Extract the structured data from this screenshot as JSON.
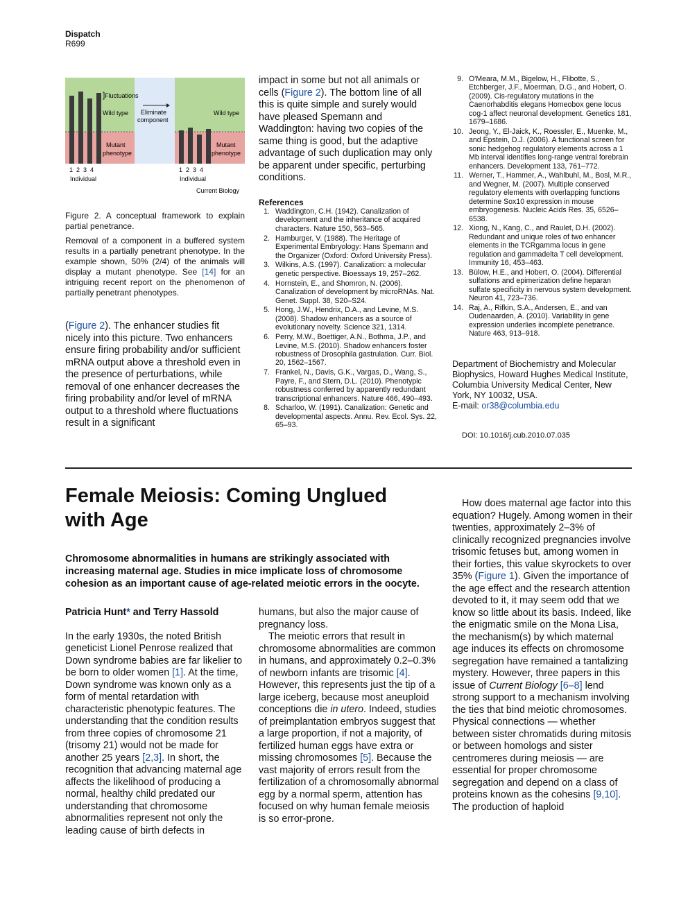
{
  "header": {
    "section": "Dispatch",
    "page": "R699"
  },
  "figure": {
    "labels": {
      "fluctuations": "Fluctuations",
      "wild_type_left": "Wild type",
      "wild_type_right": "Wild type",
      "eliminate": "Eliminate",
      "component": "component",
      "mutant_left": "Mutant",
      "phenotype_left": "phenotype",
      "mutant_right": "Mutant",
      "phenotype_right": "phenotype",
      "ticks_left": "1  2  3  4",
      "ticks_right": "1  2  3  4",
      "individual_left": "Individual",
      "individual_right": "Individual",
      "credit": "Current Biology"
    },
    "colors": {
      "wild_type_bg": "#b5d89a",
      "mutant_bg": "#e8a4a0",
      "middle_bg": "#dde9f6",
      "bar": "#3a3a3a"
    }
  },
  "caption": {
    "title": "Figure 2. A conceptual framework to explain partial penetrance.",
    "body_a": "Removal of a component in a buffered system results in a partially penetrant phenotype. In the example shown, 50% (2/4) of the animals will display a mutant phenotype. See ",
    "body_ref": "[14]",
    "body_b": " for an intriguing recent report on the phenomenon of partially penetrant phenotypes."
  },
  "col1_top": {
    "open": "(",
    "fig_ref": "Figure 2",
    "text": "). The enhancer studies fit nicely into this picture. Two enhancers ensure firing probability and/or sufficient mRNA output above a threshold even in the presence of perturbations, while removal of one enhancer decreases the firing probability and/or level of mRNA output to a threshold where fluctuations result in a significant"
  },
  "col2_top": {
    "text_a": "impact in some but not all animals or cells (",
    "fig_ref": "Figure 2",
    "text_b": "). The bottom line of all this is quite simple and surely would have pleased Spemann and Waddington: having two copies of the same thing is good, but the adaptive advantage of such duplication may only be apparent under specific, perturbing conditions."
  },
  "references_title": "References",
  "refs_col2": [
    {
      "n": "1.",
      "t": "Waddington, C.H. (1942). Canalization of development and the inheritance of acquired characters. Nature 150, 563–565."
    },
    {
      "n": "2.",
      "t": "Hamburger, V. (1988). The Heritage of Experimental Embryology: Hans Spemann and the Organizer (Oxford: Oxford University Press)."
    },
    {
      "n": "3.",
      "t": "Wilkins, A.S. (1997). Canalization: a molecular genetic perspective. Bioessays 19, 257–262."
    },
    {
      "n": "4.",
      "t": "Hornstein, E., and Shomron, N. (2006). Canalization of development by microRNAs. Nat. Genet. Suppl. 38, S20–S24."
    },
    {
      "n": "5.",
      "t": "Hong, J.W., Hendrix, D.A., and Levine, M.S. (2008). Shadow enhancers as a source of evolutionary novelty. Science 321, 1314."
    },
    {
      "n": "6.",
      "t": "Perry, M.W., Boettiger, A.N., Bothma, J.P., and Levine, M.S. (2010). Shadow enhancers foster robustness of Drosophila gastrulation. Curr. Biol. 20, 1562–1567."
    },
    {
      "n": "7.",
      "t": "Frankel, N., Davis, G.K., Vargas, D., Wang, S., Payre, F., and Stern, D.L. (2010). Phenotypic robustness conferred by apparently redundant transcriptional enhancers. Nature 466, 490–493."
    },
    {
      "n": "8.",
      "t": "Scharloo, W. (1991). Canalization: Genetic and developmental aspects. Annu. Rev. Ecol. Sys. 22, 65–93."
    }
  ],
  "refs_col3": [
    {
      "n": "9.",
      "t": "O'Meara, M.M., Bigelow, H., Flibotte, S., Etchberger, J.F., Moerman, D.G., and Hobert, O. (2009). Cis-regulatory mutations in the Caenorhabditis elegans Homeobox gene locus cog-1 affect neuronal development. Genetics 181, 1679–1686."
    },
    {
      "n": "10.",
      "t": "Jeong, Y., El-Jaick, K., Roessler, E., Muenke, M., and Epstein, D.J. (2006). A functional screen for sonic hedgehog regulatory elements across a 1 Mb interval identifies long-range ventral forebrain enhancers. Development 133, 761–772."
    },
    {
      "n": "11.",
      "t": "Werner, T., Hammer, A., Wahlbuhl, M., Bosl, M.R., and Wegner, M. (2007). Multiple conserved regulatory elements with overlapping functions determine Sox10 expression in mouse embryogenesis. Nucleic Acids Res. 35, 6526–6538."
    },
    {
      "n": "12.",
      "t": "Xiong, N., Kang, C., and Raulet, D.H. (2002). Redundant and unique roles of two enhancer elements in the TCRgamma locus in gene regulation and gammadelta T cell development. Immunity 16, 453–463."
    },
    {
      "n": "13.",
      "t": "Bülow, H.E., and Hobert, O. (2004). Differential sulfations and epimerization define heparan sulfate specificity in nervous system development. Neuron 41, 723–736."
    },
    {
      "n": "14.",
      "t": "Raj, A., Rifkin, S.A., Andersen, E., and van Oudenaarden, A. (2010). Variability in gene expression underlies incomplete penetrance. Nature 463, 913–918."
    }
  ],
  "affiliation": {
    "text": "Department of Biochemistry and Molecular Biophysics, Howard Hughes Medical Institute, Columbia University Medical Center, New York, NY 10032, USA.",
    "email_label": "E-mail: ",
    "email": "or38@columbia.edu"
  },
  "doi": "DOI: 10.1016/j.cub.2010.07.035",
  "article": {
    "title": "Female Meiosis: Coming Unglued with Age",
    "abstract": "Chromosome abnormalities in humans are strikingly associated with increasing maternal age. Studies in mice implicate loss of chromosome cohesion as an important cause of age-related meiotic errors in the oocyte.",
    "author1": "Patricia Hunt",
    "author_star": "*",
    "author_rest": " and Terry Hassold"
  },
  "col1_body": {
    "a": "In the early 1930s, the noted British geneticist Lionel Penrose realized that Down syndrome babies are far likelier to be born to older women ",
    "r1": "[1]",
    "b": ". At the time, Down syndrome was known only as a form of mental retardation with characteristic phenotypic features. The understanding that the condition results from three copies of chromosome 21 (trisomy 21) would not be made for another 25 years ",
    "r2": "[2,3]",
    "c": ". In short, the recognition that advancing maternal age affects the likelihood of producing a normal, healthy child predated our understanding that chromosome abnormalities represent not only the leading cause of birth defects in"
  },
  "col2_body": {
    "a": "humans, but also the major cause of pregnancy loss.",
    "b": "The meiotic errors that result in chromosome abnormalities are common in humans, and approximately 0.2–0.3% of newborn infants are trisomic ",
    "r4": "[4]",
    "c": ". However, this represents just the tip of a large iceberg, because most aneuploid conceptions die ",
    "i1": "in utero",
    "d": ". Indeed, studies of preimplantation embryos suggest that a large proportion, if not a majority, of fertilized human eggs have extra or missing chromosomes ",
    "r5": "[5]",
    "e": ". Because the vast majority of errors result from the fertilization of a chromosomally abnormal egg by a normal sperm, attention has focused on why human female meiosis is so error-prone."
  },
  "col3_body": {
    "a": "How does maternal age factor into this equation? Hugely. Among women in their twenties, approximately 2–3% of clinically recognized pregnancies involve trisomic fetuses but, among women in their forties, this value skyrockets to over 35% (",
    "f1": "Figure 1",
    "b": "). Given the importance of the age effect and the research attention devoted to it, it may seem odd that we know so little about its basis. Indeed, like the enigmatic smile on the Mona Lisa, the mechanism(s) by which maternal age induces its effects on chromosome segregation have remained a tantalizing mystery. However, three papers in this issue of ",
    "i1": "Current Biology",
    "r68": "[6–8]",
    "c": " lend strong support to a mechanism involving the ties that bind meiotic chromosomes. Physical connections — whether between sister chromatids during mitosis or between homologs and sister centromeres during meiosis — are essential for proper chromosome segregation and depend on a class of proteins known as the cohesins ",
    "r910": "[9,10]",
    "d": ". The production of haploid"
  }
}
